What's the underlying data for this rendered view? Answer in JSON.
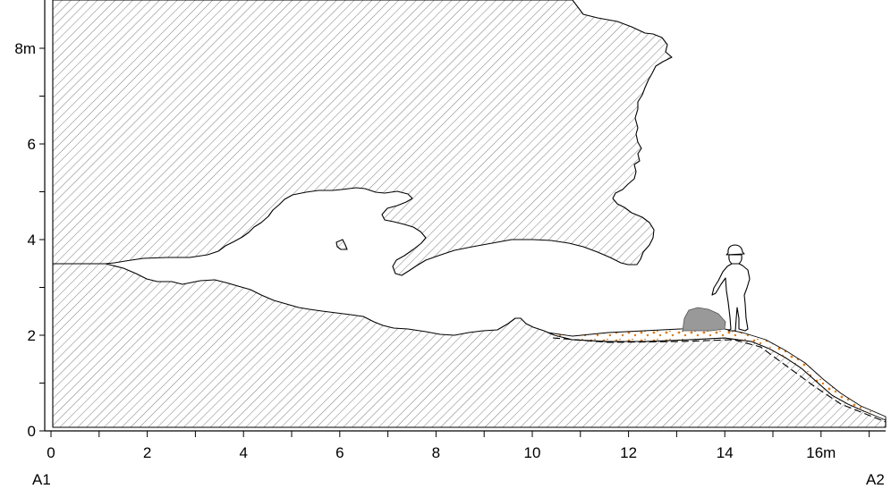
{
  "title": "",
  "axes": {
    "y_ticks": [
      {
        "value": 0,
        "label": "0"
      },
      {
        "value": 2,
        "label": "2"
      },
      {
        "value": 4,
        "label": "4"
      },
      {
        "value": 6,
        "label": "6"
      },
      {
        "value": 8,
        "label": "8m"
      }
    ],
    "x_ticks": [
      {
        "value": 0,
        "label": "0"
      },
      {
        "value": 2,
        "label": "2"
      },
      {
        "value": 4,
        "label": "4"
      },
      {
        "value": 6,
        "label": "6"
      },
      {
        "value": 8,
        "label": "8"
      },
      {
        "value": 10,
        "label": "10"
      },
      {
        "value": 12,
        "label": "12"
      },
      {
        "value": 14,
        "label": "14"
      },
      {
        "value": 16,
        "label": "16m"
      }
    ]
  },
  "section_ends": {
    "start": "A1",
    "end": "A2"
  },
  "colors": {
    "line": "#000000",
    "hatch": "#707070",
    "sediment_dots": "#e07a10",
    "boulder": "#999999"
  },
  "symbols": [
    "rock-hatching",
    "sediment-fill",
    "boulder",
    "human-figure-scale"
  ]
}
